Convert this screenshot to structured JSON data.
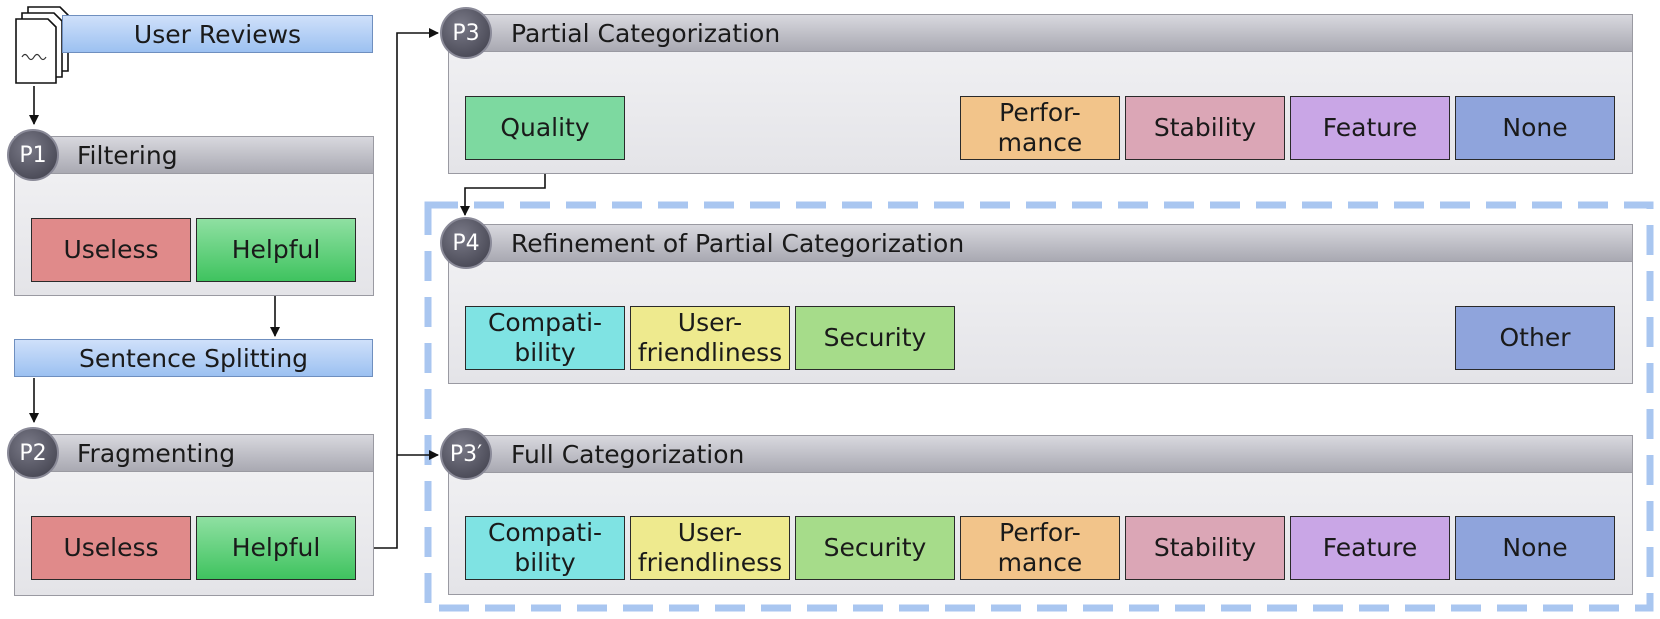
{
  "top_left": {
    "user_reviews": "User Reviews",
    "sentence_splitting": "Sentence Splitting"
  },
  "p1": {
    "badge": "P1",
    "title": "Filtering",
    "useless": "Useless",
    "helpful": "Helpful"
  },
  "p2": {
    "badge": "P2",
    "title": "Fragmenting",
    "useless": "Useless",
    "helpful": "Helpful"
  },
  "p3": {
    "badge": "P3",
    "title": "Partial Categorization",
    "quality": "Quality",
    "performance_1": "Perfor-",
    "performance_2": "mance",
    "stability": "Stability",
    "feature": "Feature",
    "none": "None"
  },
  "p4": {
    "badge": "P4",
    "title": "Refinement of Partial Categorization",
    "compat_1": "Compati-",
    "compat_2": "bility",
    "user_1": "User-",
    "user_2": "friendliness",
    "security": "Security",
    "other": "Other"
  },
  "p3p": {
    "badge": "P3′",
    "title": "Full Categorization",
    "compat_1": "Compati-",
    "compat_2": "bility",
    "user_1": "User-",
    "user_2": "friendliness",
    "security": "Security",
    "performance_1": "Perfor-",
    "performance_2": "mance",
    "stability": "Stability",
    "feature": "Feature",
    "none": "None"
  },
  "colors": {
    "useless": "#e08a8a",
    "helpful": "#4ecb6a",
    "quality": "#7dd9a0",
    "performance": "#f2c48a",
    "stability": "#dba6b6",
    "feature": "#c9a6e6",
    "none": "#8fa4dc",
    "compatibility": "#7fe3e3",
    "user_friendliness": "#eeea8e",
    "security": "#a6dc8a",
    "other": "#8fa4dc",
    "dashed_border": "#a9c6f0"
  }
}
